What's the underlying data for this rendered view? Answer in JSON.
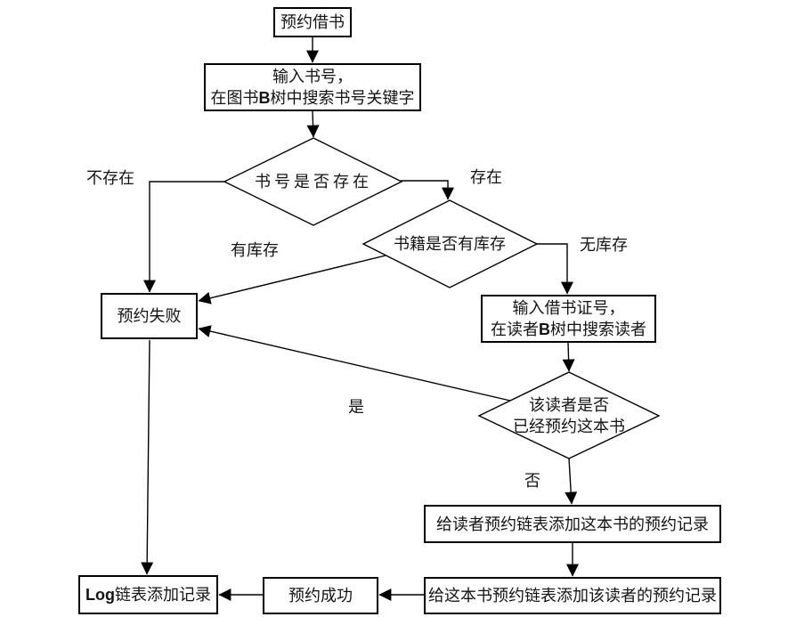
{
  "nodes": {
    "start": {
      "label": "预约借书"
    },
    "search_book": {
      "line1": "输入书号，",
      "line2_pre": "在图书",
      "line2_bold": "B",
      "line2_post": "树中搜索书号关键字"
    },
    "decision_book_exists": {
      "label": "书号是否存在"
    },
    "decision_in_stock": {
      "label": "书籍是否有库存"
    },
    "input_card": {
      "line1": "输入借书证号，",
      "line2_pre": "在读者",
      "line2_bold": "B",
      "line2_post": "树中搜索读者"
    },
    "decision_already_reserved": {
      "line1": "该读者是否",
      "line2": "已经预约这本书"
    },
    "fail": {
      "label": "预约失败"
    },
    "add_to_reader_list": {
      "label": "给读者预约链表添加这本书的预约记录"
    },
    "add_to_book_list": {
      "label": "给这本书预约链表添加该读者的预约记录"
    },
    "success": {
      "label": "预约成功"
    },
    "log": {
      "label_bold": "Log",
      "label_rest": "链表添加记录"
    }
  },
  "edge_labels": {
    "not_exist": "不存在",
    "exist": "存在",
    "has_stock": "有库存",
    "no_stock": "无库存",
    "yes": "是",
    "no": "否"
  },
  "colors": {
    "line": "#000000",
    "text": "#141414",
    "node_fill": "#ffffff",
    "background": "#ffffff"
  }
}
